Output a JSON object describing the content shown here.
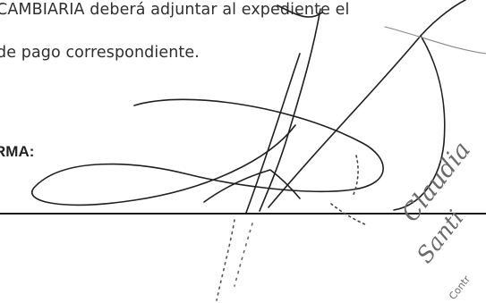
{
  "document": {
    "line1": "CAMBIARIA deberá adjuntar al expediente el",
    "line2": "de pago correspondiente.",
    "firma_label": "RMA:"
  },
  "stamp": {
    "name_line1": "Claudia",
    "name_line2": "Santi",
    "role_fragment": "Contr"
  },
  "colors": {
    "ink": "#1f1f1f",
    "stamp": "#6a6a6a"
  }
}
